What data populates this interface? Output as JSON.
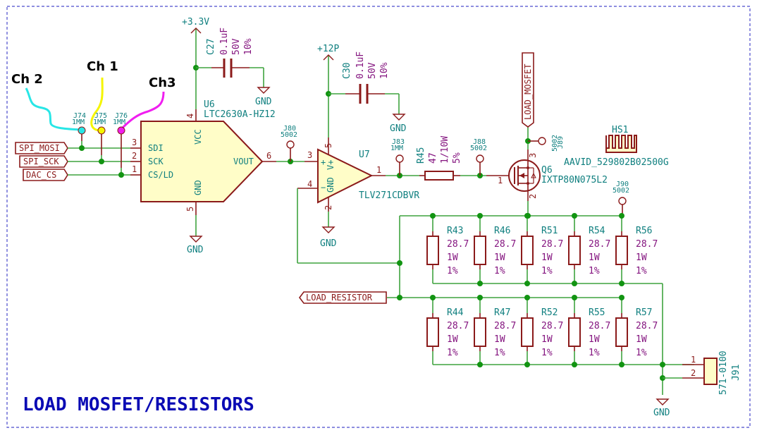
{
  "sheet_title": "LOAD MOSFET/RESISTORS",
  "probe_labels": {
    "ch1": "Ch 1",
    "ch2": "Ch 2",
    "ch3": "Ch3"
  },
  "probe_colors": {
    "ch1": "#f5f500",
    "ch2": "#28e6e6",
    "ch3": "#f01ef0"
  },
  "power": {
    "v33": "+3.3V",
    "v12": "+12P",
    "gnd": "GND"
  },
  "global_labels": {
    "spi_mosi": "SPI_MOSI",
    "spi_sck": "SPI_SCK",
    "dac_cs": "DAC_CS",
    "load_mosfet": "LOAD_MOSFET",
    "load_resistor": "LOAD_RESISTOR"
  },
  "u6": {
    "ref": "U6",
    "value": "LTC2630A-HZ12",
    "pins": {
      "sdi": "SDI",
      "sck": "SCK",
      "cs": "CS/LD",
      "vcc": "VCC",
      "gnd": "GND",
      "vout": "VOUT"
    },
    "pin_numbers": {
      "sdi": "3",
      "sck": "2",
      "cs": "1",
      "vcc": "4",
      "gnd": "5",
      "vout": "6"
    }
  },
  "u7": {
    "ref": "U7",
    "value": "TLV271CDBVR",
    "pins": {
      "plus": "+",
      "minus": "−",
      "vplus": "V+",
      "gnd": "GND"
    },
    "pin_numbers": {
      "in_plus": "3",
      "in_minus": "4",
      "vplus": "5",
      "gnd": "2",
      "out": "1"
    }
  },
  "c27": {
    "ref": "C27",
    "value": "0.1uF",
    "voltage": "50V",
    "tolerance": "10%"
  },
  "c30": {
    "ref": "C30",
    "value": "0.1uF",
    "voltage": "50V",
    "tolerance": "10%"
  },
  "r45": {
    "ref": "R45",
    "value": "47",
    "power": "1/10W",
    "tolerance": "5%"
  },
  "q6": {
    "ref": "Q6",
    "value": "IXTP80N075L2",
    "pin_numbers": {
      "g": "1",
      "s": "2",
      "d": "3"
    }
  },
  "hs1": {
    "ref": "HS1",
    "value": "AAVID_529802B02500G"
  },
  "j91": {
    "ref": "J91",
    "value": "571-0100",
    "pin_numbers": [
      "1",
      "2"
    ]
  },
  "testpoints": {
    "j74": {
      "ref": "J74",
      "value": "1MM"
    },
    "j75": {
      "ref": "J75",
      "value": "1MM"
    },
    "j76": {
      "ref": "J76",
      "value": "1MM"
    },
    "j80": {
      "ref": "J80",
      "value": "5002"
    },
    "j83": {
      "ref": "J83",
      "value": "1MM"
    },
    "j88": {
      "ref": "J88",
      "value": "5002"
    },
    "j89": {
      "ref": "J89",
      "value": "5002"
    },
    "j90": {
      "ref": "J90",
      "value": "5002"
    }
  },
  "resistor_bank_top": [
    {
      "ref": "R43",
      "value": "28.7",
      "power": "1W",
      "tolerance": "1%"
    },
    {
      "ref": "R46",
      "value": "28.7",
      "power": "1W",
      "tolerance": "1%"
    },
    {
      "ref": "R51",
      "value": "28.7",
      "power": "1W",
      "tolerance": "1%"
    },
    {
      "ref": "R54",
      "value": "28.7",
      "power": "1W",
      "tolerance": "1%"
    },
    {
      "ref": "R56",
      "value": "28.7",
      "power": "1W",
      "tolerance": "1%"
    }
  ],
  "resistor_bank_bottom": [
    {
      "ref": "R44",
      "value": "28.7",
      "power": "1W",
      "tolerance": "1%"
    },
    {
      "ref": "R47",
      "value": "28.7",
      "power": "1W",
      "tolerance": "1%"
    },
    {
      "ref": "R52",
      "value": "28.7",
      "power": "1W",
      "tolerance": "1%"
    },
    {
      "ref": "R55",
      "value": "28.7",
      "power": "1W",
      "tolerance": "1%"
    },
    {
      "ref": "R57",
      "value": "28.7",
      "power": "1W",
      "tolerance": "1%"
    }
  ]
}
